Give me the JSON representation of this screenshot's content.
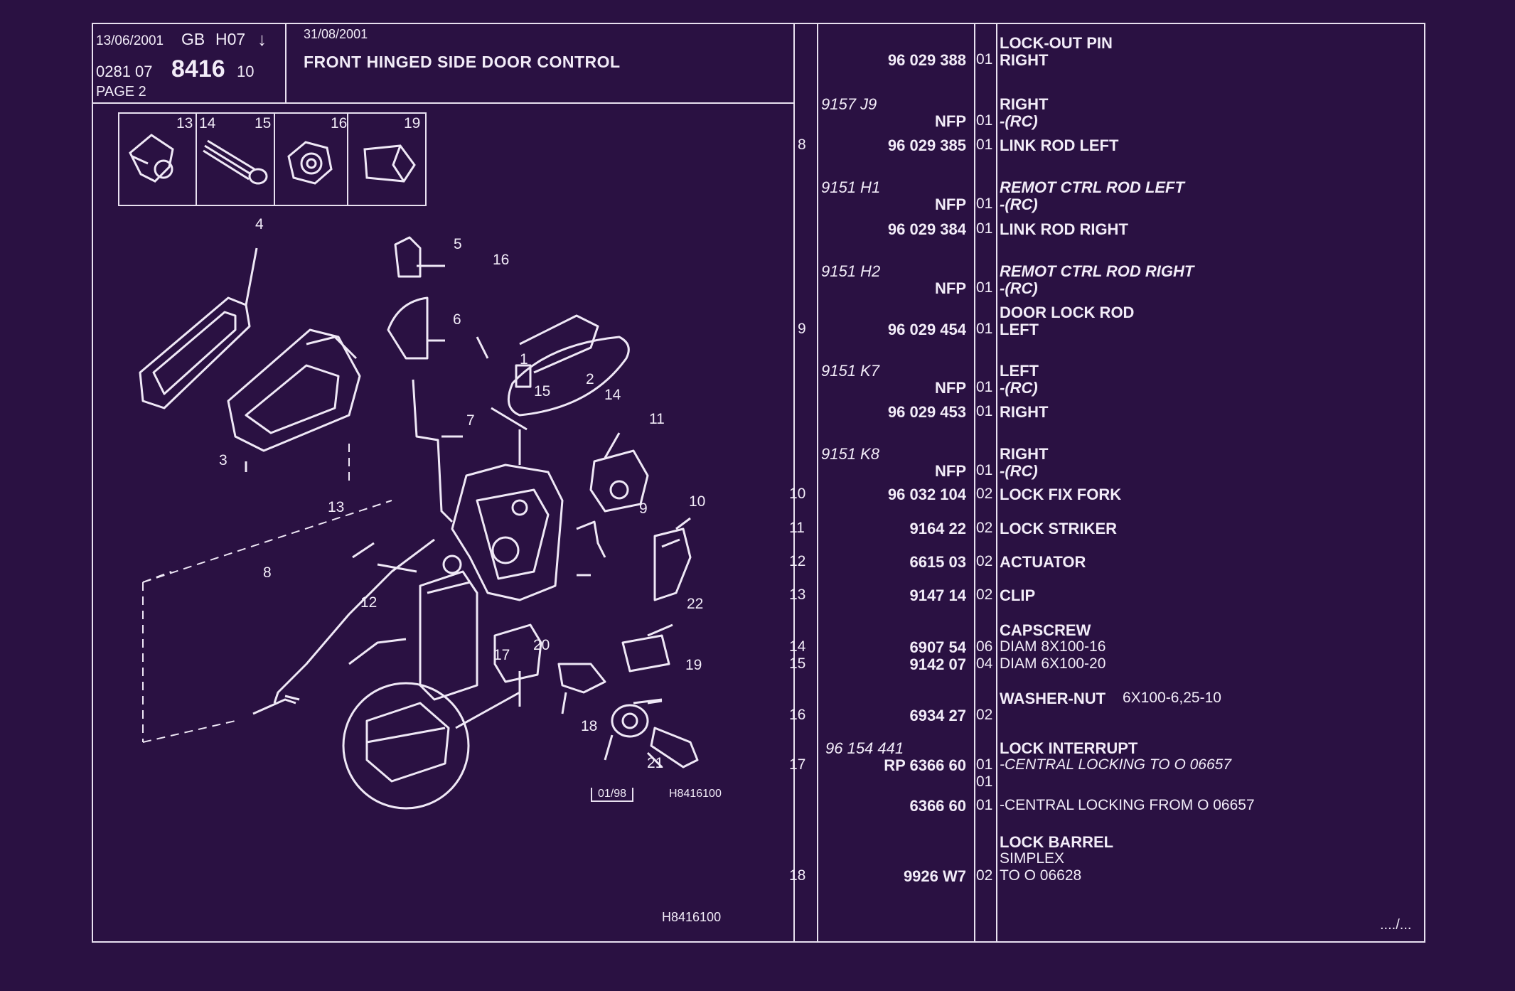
{
  "header": {
    "date1": "13/06/2001",
    "gb": "GB",
    "code": "H07",
    "arrow": "↓",
    "date2": "31/08/2001",
    "ref_prefix": "0281 07",
    "ref_main": "8416",
    "ref_suffix": "10",
    "page": "PAGE 2",
    "title": "FRONT HINGED SIDE DOOR CONTROL"
  },
  "diagram": {
    "thumb_labels": [
      "13",
      "14",
      "15",
      "16",
      "19"
    ],
    "callouts": [
      "1",
      "2",
      "3",
      "4",
      "5",
      "6",
      "7",
      "8",
      "9",
      "10",
      "11",
      "12",
      "13",
      "14",
      "15",
      "16",
      "17",
      "18",
      "19",
      "20",
      "21",
      "22"
    ],
    "stamp_date": "01/98",
    "stamp_code": "H8416100",
    "footer_code": "H8416100"
  },
  "parts": {
    "rows": [
      {
        "ref": "",
        "part": "96 029 388",
        "qty": "01",
        "desc": [
          "LOCK-OUT PIN",
          "RIGHT"
        ]
      },
      {
        "ref": "",
        "part_italic": "9157 J9",
        "part": "NFP",
        "qty": "01",
        "desc": [
          "RIGHT",
          "-(RC)"
        ]
      },
      {
        "ref": "8",
        "part": "96 029 385",
        "qty": "01",
        "desc": [
          "LINK ROD LEFT"
        ]
      },
      {
        "ref": "",
        "part_italic": "9151 H1",
        "part": "NFP",
        "qty": "01",
        "desc": [
          "REMOT CTRL ROD LEFT",
          "-(RC)"
        ]
      },
      {
        "ref": "",
        "part": "96 029 384",
        "qty": "01",
        "desc": [
          "LINK ROD RIGHT"
        ]
      },
      {
        "ref": "",
        "part_italic": "9151 H2",
        "part": "NFP",
        "qty": "01",
        "desc": [
          "REMOT CTRL ROD RIGHT",
          "-(RC)"
        ]
      },
      {
        "ref": "9",
        "part": "96 029 454",
        "qty": "01",
        "desc": [
          "DOOR LOCK ROD",
          "LEFT"
        ]
      },
      {
        "ref": "",
        "part_italic": "9151 K7",
        "part": "NFP",
        "qty": "01",
        "desc": [
          "LEFT",
          "-(RC)"
        ]
      },
      {
        "ref": "",
        "part": "96 029 453",
        "qty": "01",
        "desc": [
          "RIGHT"
        ]
      },
      {
        "ref": "",
        "part_italic": "9151 K8",
        "part": "NFP",
        "qty": "01",
        "desc": [
          "RIGHT",
          "-(RC)"
        ]
      },
      {
        "ref": "10",
        "part": "96 032 104",
        "qty": "02",
        "desc": [
          "LOCK FIX FORK"
        ]
      },
      {
        "ref": "11",
        "part": "9164 22",
        "qty": "02",
        "desc": [
          "LOCK STRIKER"
        ]
      },
      {
        "ref": "12",
        "part": "6615 03",
        "qty": "02",
        "desc": [
          "ACTUATOR"
        ]
      },
      {
        "ref": "13",
        "part": "9147 14",
        "qty": "02",
        "desc": [
          "CLIP"
        ]
      },
      {
        "ref": "14",
        "part": "6907 54",
        "qty": "06",
        "desc": [
          "CAPSCREW",
          "DIAM 8X100-16"
        ]
      },
      {
        "ref": "15",
        "part": "9142 07",
        "qty": "04",
        "desc": [
          "DIAM 6X100-20"
        ]
      },
      {
        "ref": "16",
        "part": "6934 27",
        "qty": "02",
        "desc": [
          "WASHER-NUT",
          "6X100-6,25-10"
        ]
      },
      {
        "ref": "17",
        "part_italic": "96 154 441",
        "part": "RP  6366 60",
        "qty": "01",
        "qty2": "01",
        "desc": [
          "LOCK INTERRUPT",
          "-CENTRAL LOCKING TO  O  06657"
        ]
      },
      {
        "ref": "",
        "part": "6366 60",
        "qty": "01",
        "desc": [
          "-CENTRAL LOCKING FROM  O  06657"
        ]
      },
      {
        "ref": "18",
        "part": "9926 W7",
        "qty": "02",
        "desc": [
          "LOCK BARREL",
          "SIMPLEX",
          "TO  O  06628"
        ]
      }
    ],
    "continuation": "..../..."
  }
}
